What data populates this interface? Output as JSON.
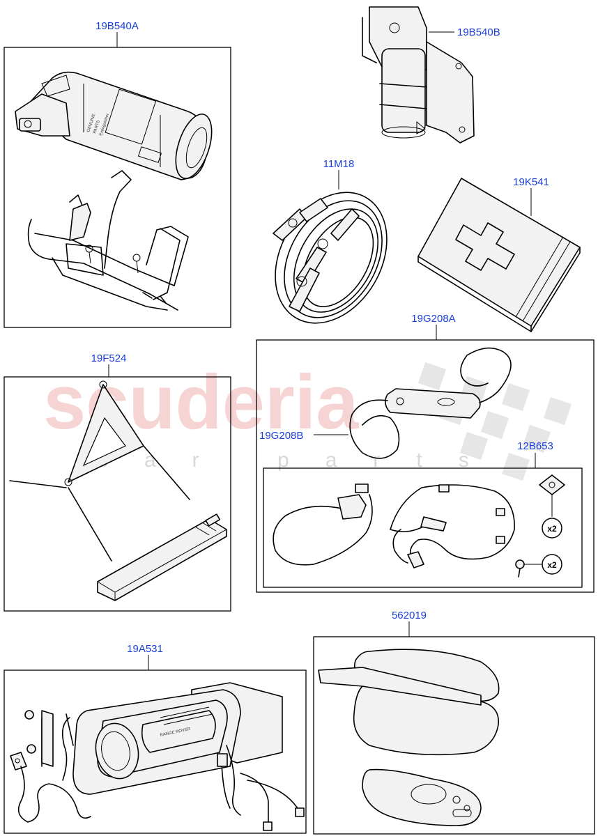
{
  "watermark": {
    "main": "scuderia",
    "sub": "car parts"
  },
  "callouts": {
    "extinguisher": "19B540A",
    "extinguisher_bracket": "19B540B",
    "jump_leads": "11M18",
    "first_aid": "19K541",
    "charger": "19G208A",
    "charger_cable": "19G208B",
    "harness": "12B653",
    "triangle": "19F524",
    "torch": "19A531",
    "bag": "562019"
  },
  "quantities": {
    "clip": "x2",
    "screw": "x2"
  },
  "extinguisher_label": {
    "line1": "GENUINE",
    "line2": "PARTS",
    "line3": "Extinguisher"
  },
  "torch_label": "RANGE ROVER",
  "colors": {
    "callout": "#1a3fd8",
    "watermark": "#f4c6c6"
  }
}
